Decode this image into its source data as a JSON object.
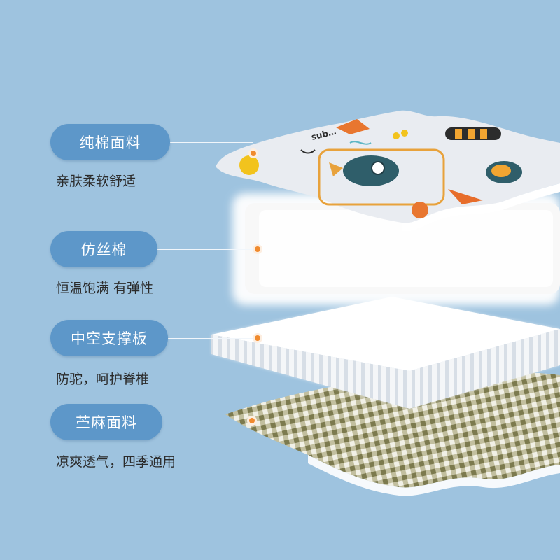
{
  "layers": [
    {
      "title": "纯棉面料",
      "desc": "亲肤柔软舒适"
    },
    {
      "title": "仿丝棉",
      "desc": "恒温饱满 有弹性"
    },
    {
      "title": "中空支撑板",
      "desc": "防驼，呵护脊椎"
    },
    {
      "title": "苎麻面料",
      "desc": "凉爽透气，四季通用"
    }
  ],
  "print_text": "sub…",
  "colors": {
    "background": "#9ec3df",
    "pill": "#5d97c9",
    "marker": "#f08a2e",
    "linen_check": "#8a8a5a"
  }
}
